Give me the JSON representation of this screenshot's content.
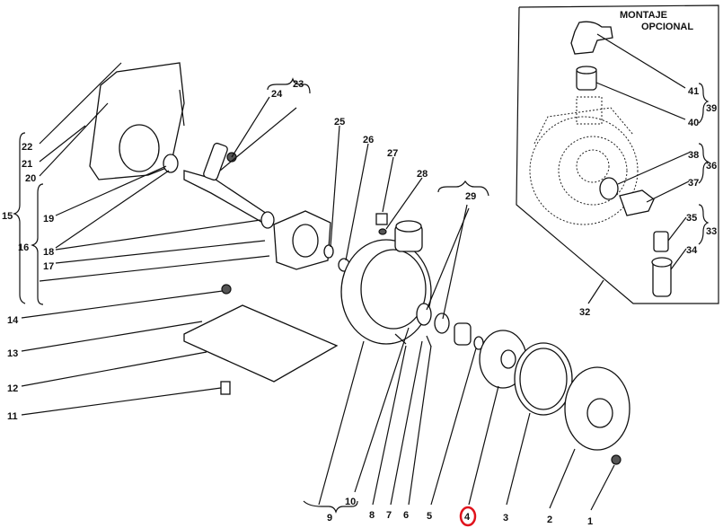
{
  "inset": {
    "title_line1": "MONTAJE",
    "title_line2": "OPCIONAL",
    "labels": {
      "l41": "41",
      "l39": "39",
      "l40": "40",
      "l38": "38",
      "l36": "36",
      "l37": "37",
      "l35": "35",
      "l33": "33",
      "l34": "34",
      "l32": "32"
    }
  },
  "labels": {
    "l22": "22",
    "l21": "21",
    "l20": "20",
    "l19": "19",
    "l15": "15",
    "l16": "16",
    "l18": "18",
    "l17": "17",
    "l14": "14",
    "l13": "13",
    "l12": "12",
    "l11": "11",
    "l24": "24",
    "l23": "23",
    "l25": "25",
    "l26": "26",
    "l27": "27",
    "l28": "28",
    "l29": "29",
    "l10": "10",
    "l9": "9",
    "l8": "8",
    "l7": "7",
    "l6": "6",
    "l5": "5",
    "l4": "4",
    "l3": "3",
    "l2": "2",
    "l1": "1"
  },
  "highlight": {
    "part": "4",
    "color": "#e0121b"
  }
}
